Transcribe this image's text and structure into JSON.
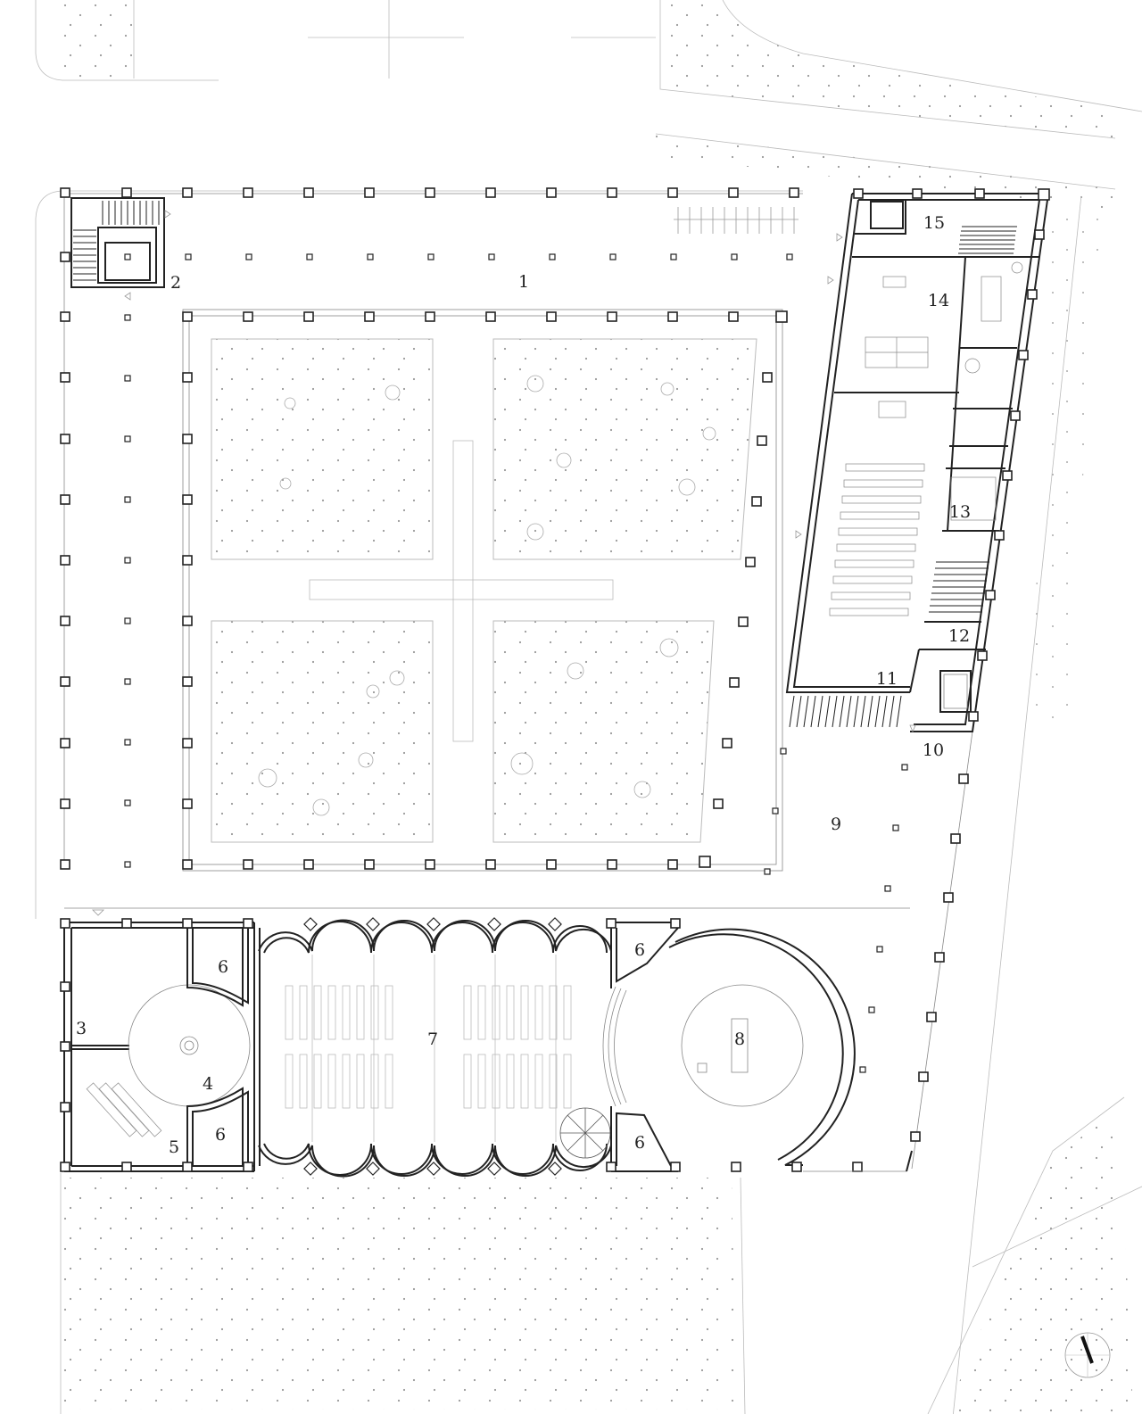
{
  "colors": {
    "line": "#222222",
    "thin": "#888888",
    "faint": "#bbbbbb",
    "background": "#ffffff"
  },
  "icons": {
    "compass": "north-arrow-icon"
  },
  "labels": {
    "l1": "1",
    "l2": "2",
    "l3": "3",
    "l4": "4",
    "l5": "5",
    "l6a": "6",
    "l6b": "6",
    "l6c": "6",
    "l6d": "6",
    "l7": "7",
    "l8": "8",
    "l9": "9",
    "l10": "10",
    "l11": "11",
    "l12": "12",
    "l13": "13",
    "l14": "14",
    "l15": "15"
  }
}
